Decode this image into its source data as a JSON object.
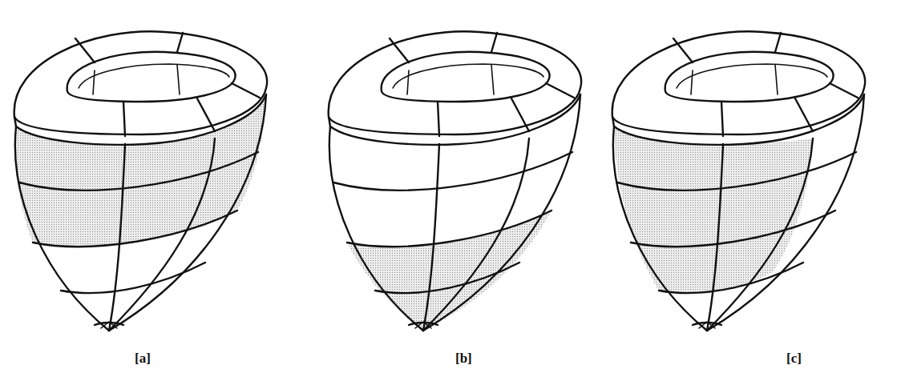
{
  "diagram": {
    "labels": [
      "[a]",
      "[b]",
      "[c]"
    ]
  }
}
